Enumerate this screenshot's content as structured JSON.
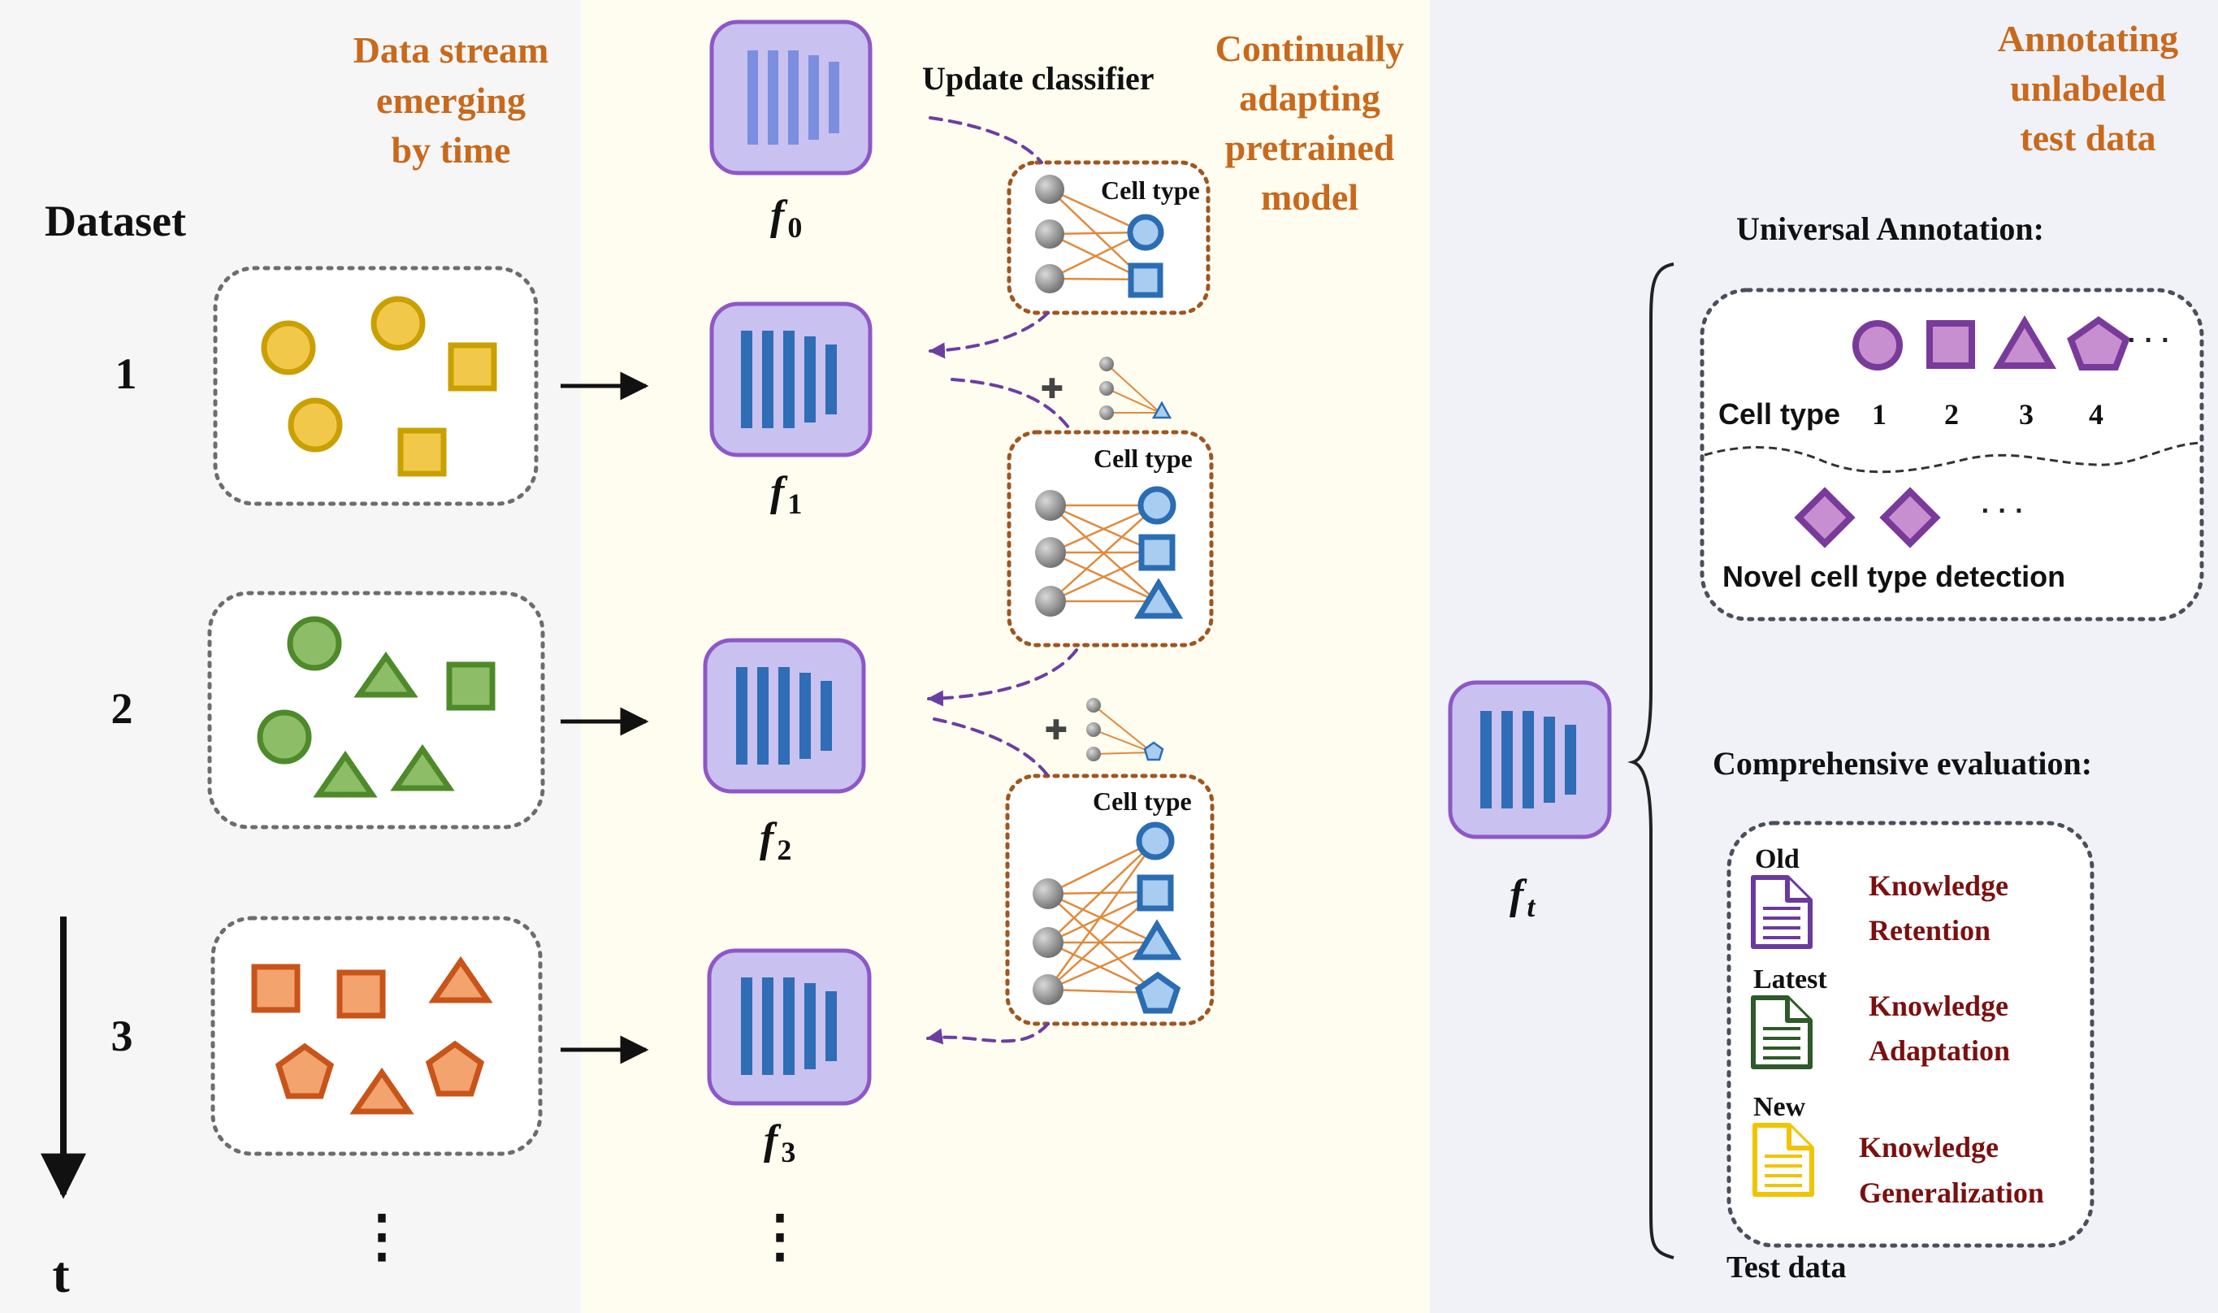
{
  "colors": {
    "panel_left": "#f6f6f7",
    "panel_mid": "#fffcf0",
    "panel_right": "#f0f2f7",
    "heading_orange": "#c8691c",
    "model_fill": "#c9c1ef",
    "model_border": "#8f57c6",
    "model_bar_light": "#7b8ee0",
    "model_bar": "#2f6db6",
    "yellow": "#f2c84b",
    "green": "#8ebd67",
    "orange": "#f2a36e",
    "blue_light": "#a9cdf0",
    "blue_dark": "#2b6db3",
    "purple": "#c78fd0",
    "purple_dark": "#7a3a9a",
    "arrow_purple": "#6b3fa0",
    "knowledge_red": "#7a1010"
  },
  "left": {
    "heading": [
      "Data stream",
      "emerging",
      "by time"
    ],
    "dataset_label": "Dataset",
    "rows": [
      "1",
      "2",
      "3"
    ],
    "time_label": "t",
    "ellipsis": "⋮"
  },
  "middle": {
    "heading": [
      "Continually",
      "adapting",
      "pretrained",
      "model"
    ],
    "update_label": "Update classifier",
    "cell_type_label": "Cell type",
    "plus": "✚",
    "models": [
      {
        "letter": "f",
        "sub": "0"
      },
      {
        "letter": "f",
        "sub": "1"
      },
      {
        "letter": "f",
        "sub": "2"
      },
      {
        "letter": "f",
        "sub": "3"
      }
    ],
    "ellipsis": "⋮"
  },
  "right": {
    "heading": [
      "Annotating",
      "unlabeled",
      "test data"
    ],
    "model": {
      "letter": "f",
      "sub": "t"
    },
    "universal_title": "Universal Annotation:",
    "cell_type_label": "Cell type",
    "cell_type_numbers": [
      "1",
      "2",
      "3",
      "4"
    ],
    "dots": "· · ·",
    "novel_label": "Novel cell type detection",
    "eval_title": "Comprehensive evaluation:",
    "docs": [
      {
        "tag": "Old",
        "line1": "Knowledge",
        "line2": "Retention",
        "color": "#6b3a9e"
      },
      {
        "tag": "Latest",
        "line1": "Knowledge",
        "line2": "Adaptation",
        "color": "#2f5a2a"
      },
      {
        "tag": "New",
        "line1": "Knowledge",
        "line2": "Generalization",
        "color": "#f2c300"
      }
    ],
    "test_data_label": "Test data"
  }
}
